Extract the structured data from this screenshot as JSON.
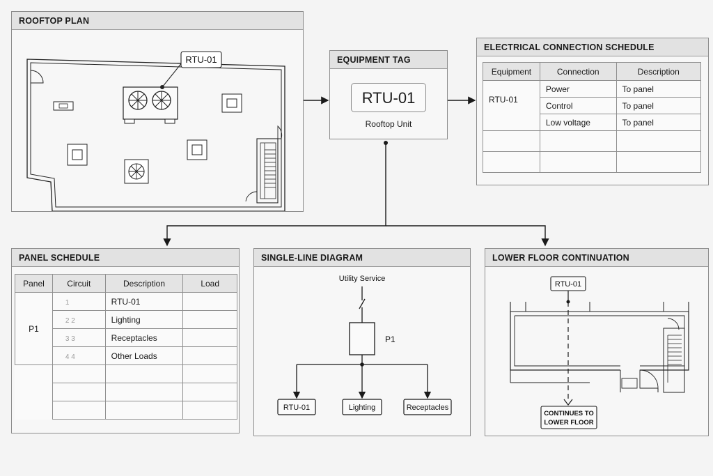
{
  "rooftop_plan": {
    "title": "ROOFTOP PLAN",
    "callout": "RTU-01"
  },
  "equipment_tag": {
    "title": "EQUIPMENT TAG",
    "tag": "RTU-01",
    "subtitle": "Rooftop Unit"
  },
  "electrical_schedule": {
    "title": "ELECTRICAL CONNECTION SCHEDULE",
    "headers": [
      "Equipment",
      "Connection",
      "Description"
    ],
    "equipment": "RTU-01",
    "rows": [
      {
        "connection": "Power",
        "description": "To panel"
      },
      {
        "connection": "Control",
        "description": "To panel"
      },
      {
        "connection": "Low voltage",
        "description": "To panel"
      }
    ]
  },
  "panel_schedule": {
    "title": "PANEL SCHEDULE",
    "headers": [
      "Panel",
      "Circuit",
      "Description",
      "Load"
    ],
    "panel": "P1",
    "rows": [
      {
        "circuit": "1",
        "description": "RTU-01"
      },
      {
        "circuit": "2  2",
        "description": "Lighting"
      },
      {
        "circuit": "3  3",
        "description": "Receptacles"
      },
      {
        "circuit": "4  4",
        "description": "Other Loads"
      }
    ]
  },
  "single_line": {
    "title": "SINGLE-LINE DIAGRAM",
    "service": "Utility Service",
    "panel": "P1",
    "loads": [
      "RTU-01",
      "Lighting",
      "Receptacles"
    ]
  },
  "lower_floor": {
    "title": "LOWER FLOOR CONTINUATION",
    "tag": "RTU-01",
    "note_line1": "CONTINUES TO",
    "note_line2": "LOWER FLOOR"
  }
}
